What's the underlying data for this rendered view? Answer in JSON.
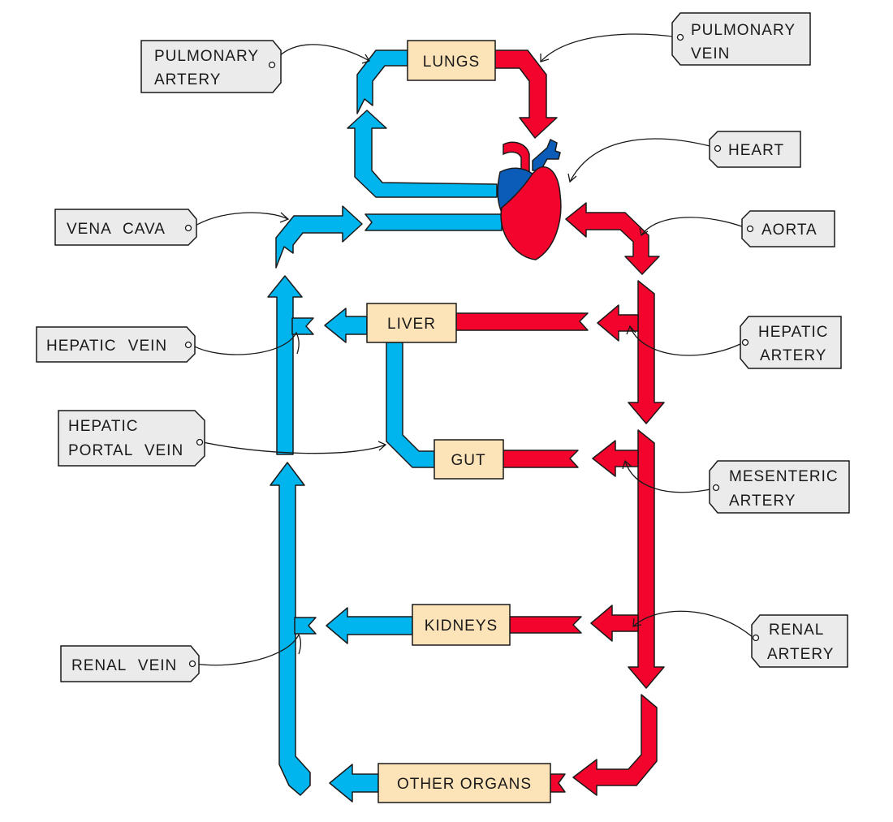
{
  "colors": {
    "vein": "#00b4ee",
    "artery": "#f2042c",
    "heart_dark": "#0a5cb8",
    "organ_box": "#fde3b8",
    "label_tag": "#ebebeb"
  },
  "organs": {
    "lungs": "LUNGS",
    "liver": "LIVER",
    "gut": "GUT",
    "kidneys": "KIDNEYS",
    "other_organs": "OTHER ORGANS"
  },
  "labels": {
    "pulmonary_artery": [
      "PULMONARY",
      "ARTERY"
    ],
    "pulmonary_vein": [
      "PULMONARY",
      "VEIN"
    ],
    "heart": [
      "HEART"
    ],
    "vena_cava": [
      "VENA CAVA"
    ],
    "aorta": [
      "AORTA"
    ],
    "hepatic_vein": [
      "HEPATIC VEIN"
    ],
    "hepatic_artery": [
      "HEPATIC",
      "ARTERY"
    ],
    "hepatic_portal_vein": [
      "HEPATIC",
      "PORTAL VEIN"
    ],
    "mesenteric_artery": [
      "MESENTERIC",
      "ARTERY"
    ],
    "renal_vein": [
      "RENAL VEIN"
    ],
    "renal_artery": [
      "RENAL",
      "ARTERY"
    ]
  }
}
